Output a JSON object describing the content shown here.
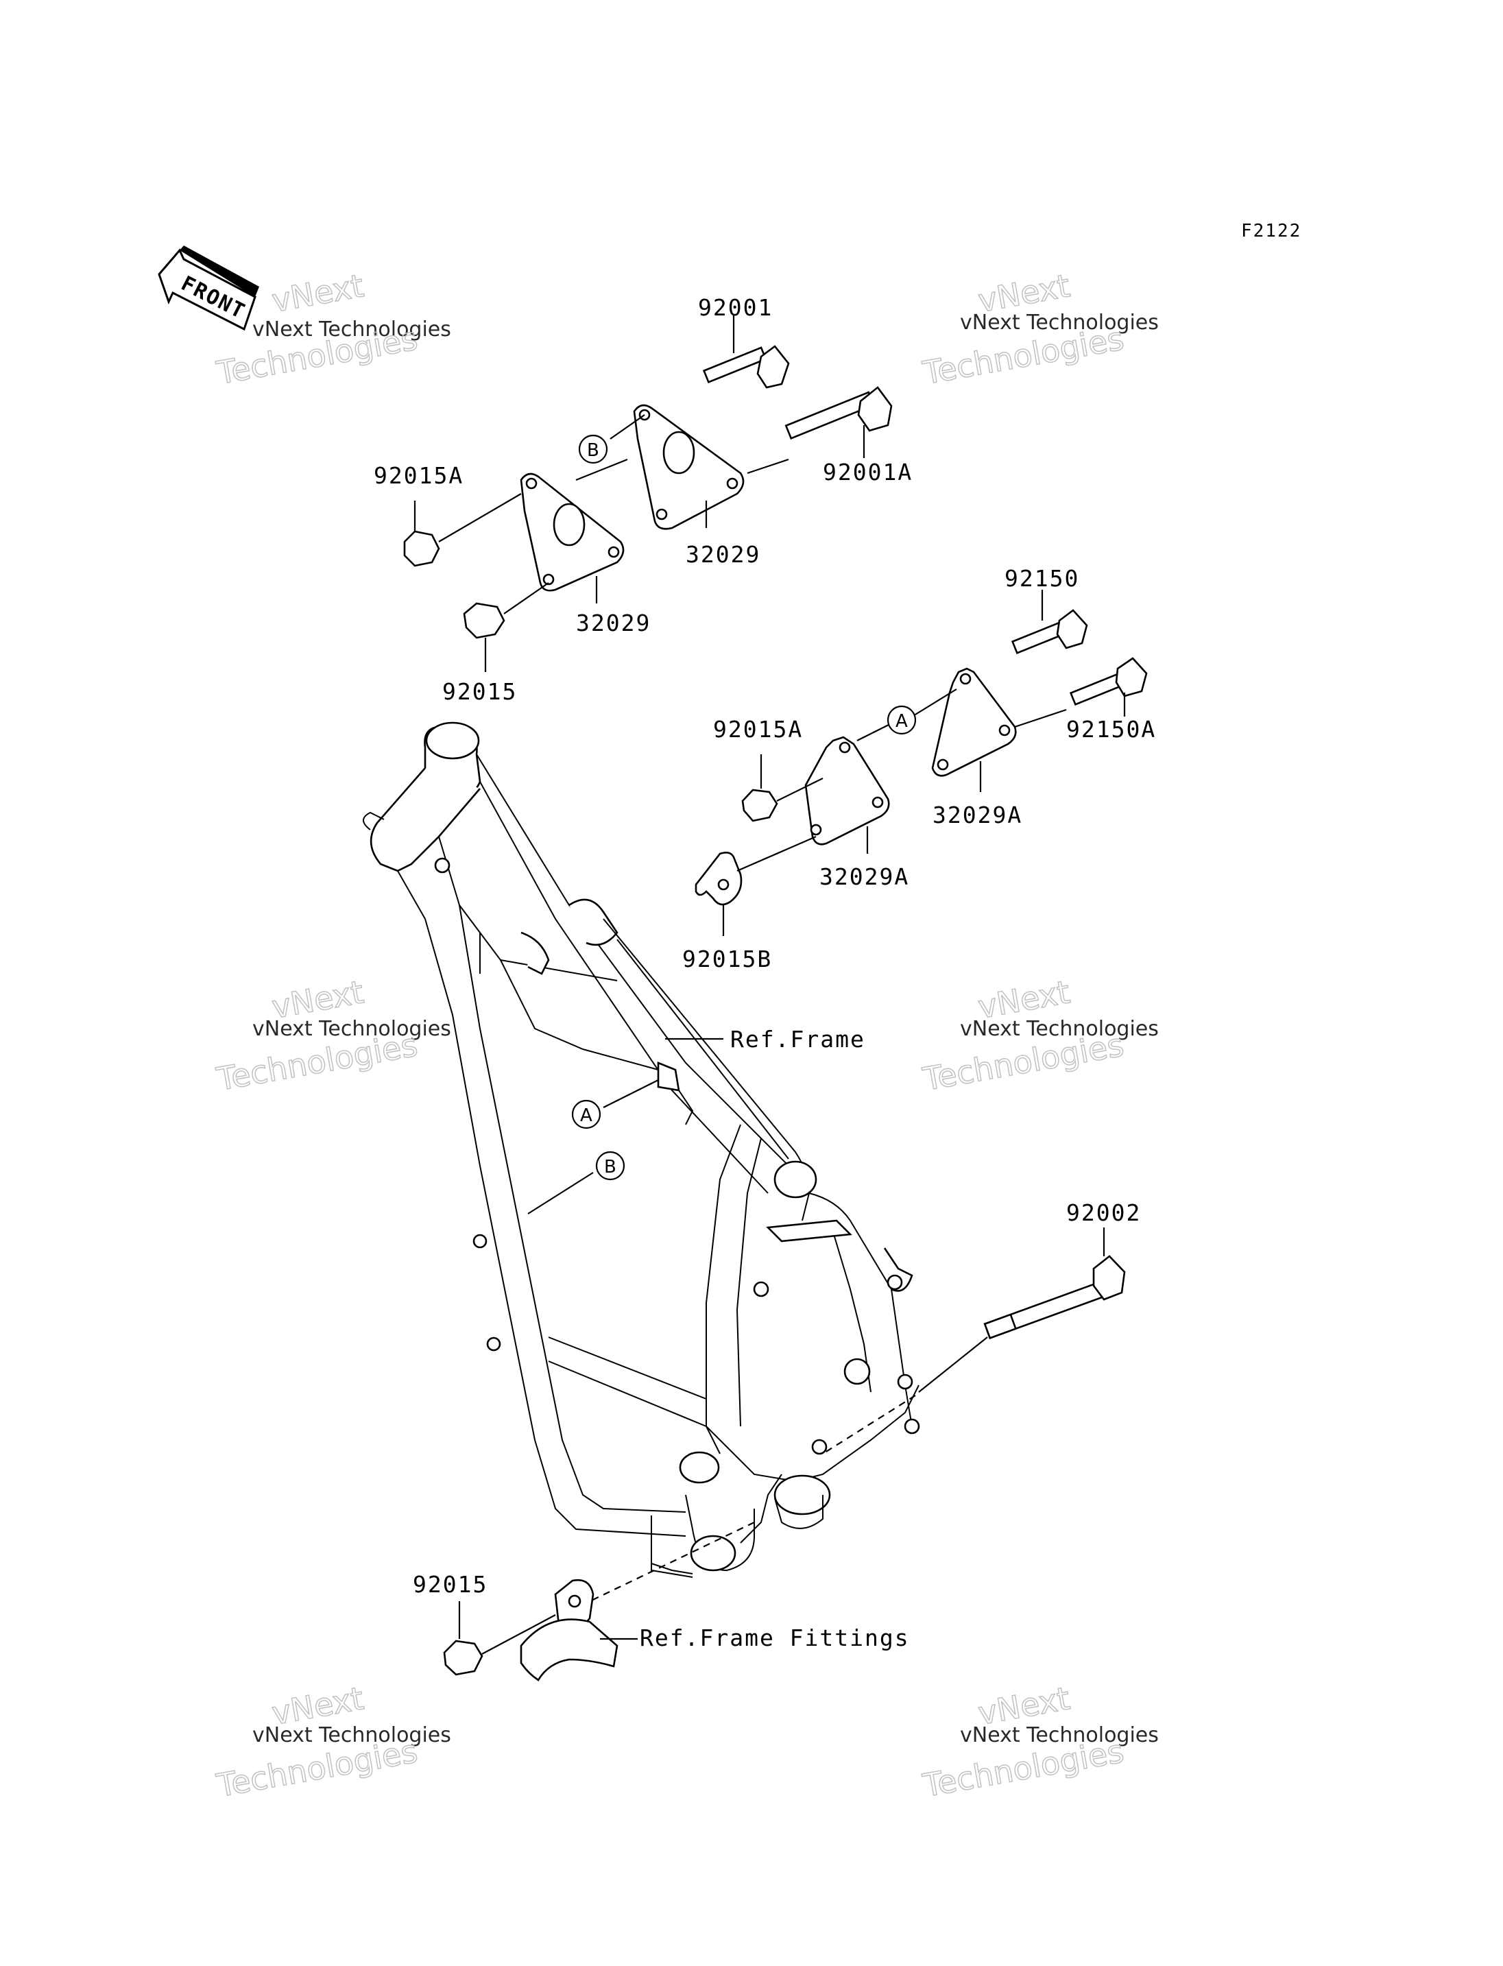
{
  "diagram": {
    "code": "F2122",
    "front_label": "FRONT",
    "watermark_line1": "vNext Technologies",
    "watermark_line2": "vNext\nTechnologies",
    "ref_frame": "Ref.Frame",
    "ref_frame_fittings": "Ref.Frame Fittings",
    "marker_a": "A",
    "marker_b": "B"
  },
  "parts": {
    "p92001": "92001",
    "p92001A": "92001A",
    "p92015A_top": "92015A",
    "p32029_upper": "32029",
    "p32029_lower": "32029",
    "p92015_top": "92015",
    "p92150": "92150",
    "p92150A": "92150A",
    "p92015A_mid": "92015A",
    "p32029A_right": "32029A",
    "p32029A_left": "32029A",
    "p92015B": "92015B",
    "p92002": "92002",
    "p92015_bottom": "92015"
  }
}
